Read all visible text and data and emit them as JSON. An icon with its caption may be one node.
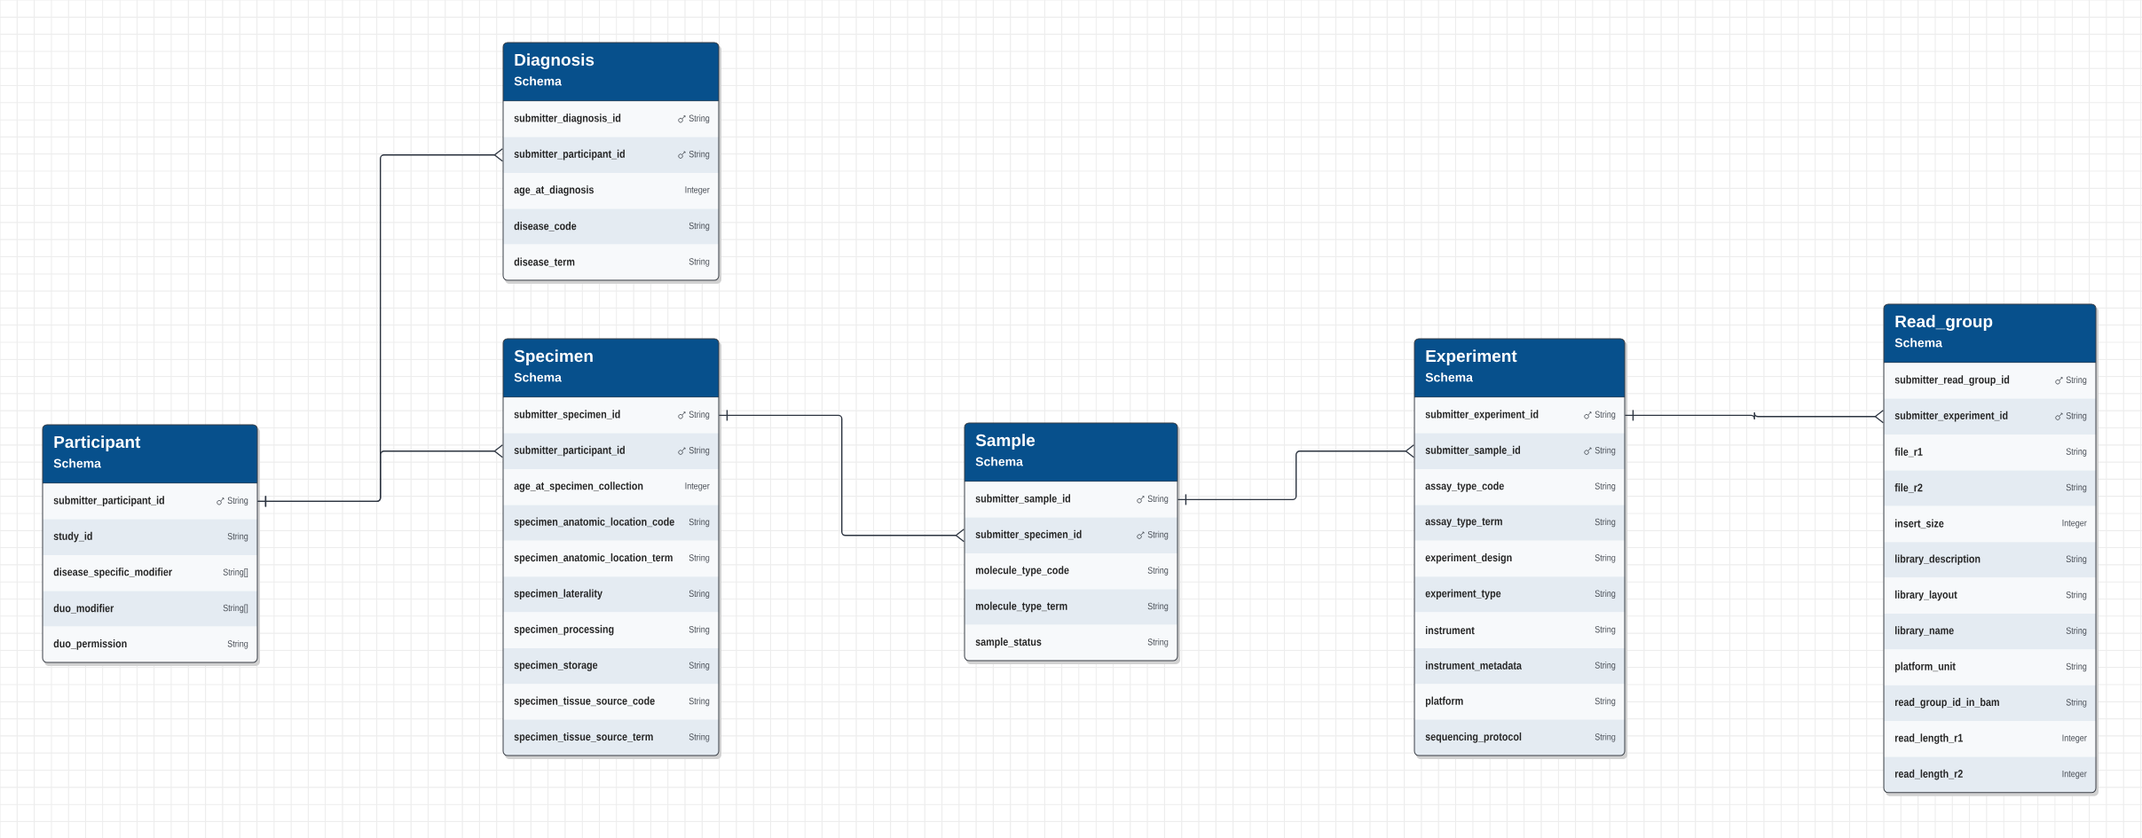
{
  "diagram": {
    "nodes": [
      {
        "text": [
          "Participant",
          "Schema"
        ]
      },
      {
        "text": [
          "submitter_participant_id",
          "String"
        ],
        "in": 0
      },
      {
        "text": [
          "study_id",
          "String"
        ],
        "in": 0
      },
      {
        "text": [
          "disease_specific_modifier",
          "String[]"
        ],
        "in": 0
      },
      {
        "text": [
          "duo_modifier",
          "String[]"
        ],
        "in": 0
      },
      {
        "text": [
          "duo_permission",
          "String"
        ],
        "in": 0
      },
      {
        "text": [
          "Diagnosis",
          "Schema"
        ]
      },
      {
        "text": [
          "submitter_diagnosis_id",
          "String"
        ],
        "in": 6
      },
      {
        "text": [
          "submitter_participant_id",
          "String"
        ],
        "in": 6
      },
      {
        "text": [
          "age_at_diagnosis",
          "Integer"
        ],
        "in": 6
      },
      {
        "text": [
          "disease_code",
          "String"
        ],
        "in": 6
      },
      {
        "text": [
          "disease_term",
          "String"
        ],
        "in": 6
      },
      {
        "text": [
          "Specimen",
          "Schema"
        ]
      },
      {
        "text": [
          "submitter_specimen_id",
          "String"
        ],
        "in": 12
      },
      {
        "text": [
          "submitter_participant_id",
          "String"
        ],
        "in": 12
      },
      {
        "text": [
          "age_at_specimen_collection",
          "Integer"
        ],
        "in": 12
      },
      {
        "text": [
          "specimen_anatomic_location_code",
          "String"
        ],
        "in": 12
      },
      {
        "text": [
          "specimen_anatomic_location_term",
          "String"
        ],
        "in": 12
      },
      {
        "text": [
          "specimen_laterality",
          "String"
        ],
        "in": 12
      },
      {
        "text": [
          "specimen_processing",
          "String"
        ],
        "in": 12
      },
      {
        "text": [
          "specimen_storage",
          "String"
        ],
        "in": 12
      },
      {
        "text": [
          "specimen_tissue_source_code",
          "String"
        ],
        "in": 12
      },
      {
        "text": [
          "specimen_tissue_source_term",
          "String"
        ],
        "in": 12
      },
      {
        "text": [
          "Sample",
          "Schema"
        ]
      },
      {
        "text": [
          "submitter_sample_id",
          "String"
        ],
        "in": 23
      },
      {
        "text": [
          "submitter_specimen_id",
          "String"
        ],
        "in": 23
      },
      {
        "text": [
          "molecule_type_code",
          "String"
        ],
        "in": 23
      },
      {
        "text": [
          "molecule_type_term",
          "String"
        ],
        "in": 23
      },
      {
        "text": [
          "sample_status",
          "String"
        ],
        "in": 23
      },
      {
        "text": [
          "Experiment",
          "Schema"
        ]
      },
      {
        "text": [
          "submitter_experiment_id",
          "String"
        ],
        "in": 29
      },
      {
        "text": [
          "submitter_sample_id",
          "String"
        ],
        "in": 29
      },
      {
        "text": [
          "assay_type_code",
          "String"
        ],
        "in": 29
      },
      {
        "text": [
          "assay_type_term",
          "String"
        ],
        "in": 29
      },
      {
        "text": [
          "experiment_design",
          "String"
        ],
        "in": 29
      },
      {
        "text": [
          "experiment_type",
          "String"
        ],
        "in": 29
      },
      {
        "text": [
          "instrument",
          "String"
        ],
        "in": 29
      },
      {
        "text": [
          "instrument_metadata",
          "String"
        ],
        "in": 29
      },
      {
        "text": [
          "platform",
          "String"
        ],
        "in": 29
      },
      {
        "text": [
          "sequencing_protocol",
          "String"
        ],
        "in": 29
      },
      {
        "text": [
          "Read_group",
          "Schema"
        ]
      },
      {
        "text": [
          "submitter_read_group_id",
          "String"
        ],
        "in": 40
      },
      {
        "text": [
          "submitter_experiment_id",
          "String"
        ],
        "in": 40
      },
      {
        "text": [
          "file_r1",
          "String"
        ],
        "in": 40
      },
      {
        "text": [
          "file_r2",
          "String"
        ],
        "in": 40
      },
      {
        "text": [
          "insert_size",
          "Integer"
        ],
        "in": 40
      },
      {
        "text": [
          "library_description",
          "String"
        ],
        "in": 40
      },
      {
        "text": [
          "library_layout",
          "String"
        ],
        "in": 40
      },
      {
        "text": [
          "library_name",
          "String"
        ],
        "in": 40
      },
      {
        "text": [
          "platform_unit",
          "String"
        ],
        "in": 40
      },
      {
        "text": [
          "read_group_id_in_bam",
          "String"
        ],
        "in": 40
      },
      {
        "text": [
          "read_length_r1",
          "Integer"
        ],
        "in": 40
      },
      {
        "text": [
          "read_length_r2",
          "Integer"
        ],
        "in": 40
      }
    ],
    "edges": [
      {
        "from": 1,
        "to": 8,
        "arrow": "other"
      },
      {
        "from": 1,
        "to": 14,
        "arrow": "other"
      },
      {
        "from": 13,
        "to": 25,
        "arrow": "other"
      },
      {
        "from": 24,
        "to": 31,
        "arrow": "other"
      },
      {
        "from": 30,
        "to": 42,
        "arrow": "other"
      }
    ]
  }
}
